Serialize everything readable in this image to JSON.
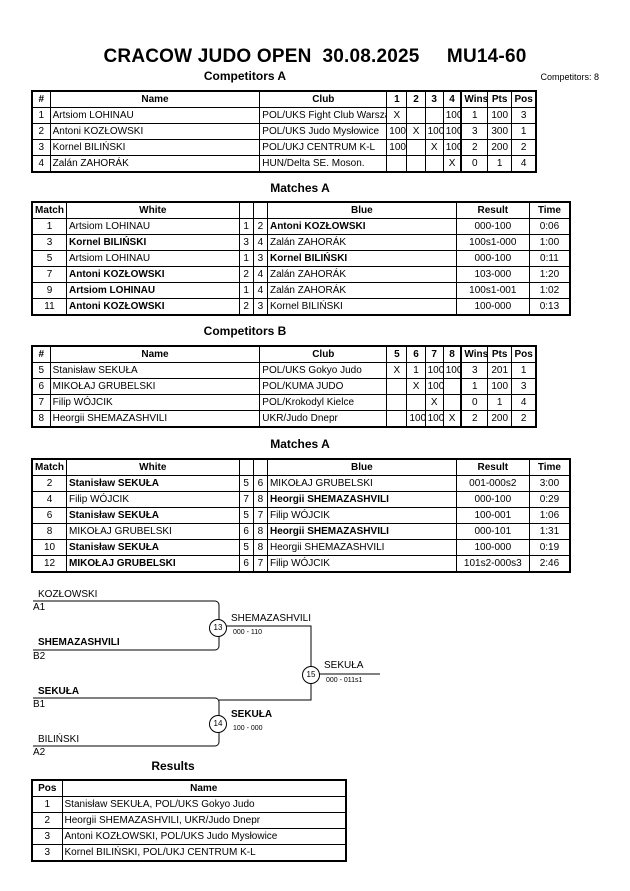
{
  "header": {
    "title": "CRACOW JUDO OPEN  30.08.2025     MU14-60",
    "competitors_count": "Competitors: 8"
  },
  "competitors_a": {
    "title": "Competitors A",
    "headers": [
      "#",
      "Name",
      "Club",
      "1",
      "2",
      "3",
      "4",
      "Wins",
      "Pts",
      "Pos"
    ],
    "rows": [
      [
        "1",
        "Artsiom LOHINAU",
        "POL/UKS Fight Club Warszawa",
        "X",
        "",
        "",
        "100",
        "1",
        "100",
        "3"
      ],
      [
        "2",
        "Antoni KOZŁOWSKI",
        "POL/UKS Judo Mysłowice",
        "100",
        "X",
        "100",
        "100",
        "3",
        "300",
        "1"
      ],
      [
        "3",
        "Kornel BILIŃSKI",
        "POL/UKJ CENTRUM K-L",
        "100",
        "",
        "X",
        "100",
        "2",
        "200",
        "2"
      ],
      [
        "4",
        "Zalán ZAHORÁK",
        "HUN/Delta SE. Moson.",
        "",
        "",
        "",
        "X",
        "0",
        "1",
        "4"
      ]
    ]
  },
  "matches_a": {
    "title": "Matches A",
    "headers": [
      "Match",
      "White",
      "Blue",
      "Result",
      "Time"
    ],
    "rows": [
      {
        "match": "1",
        "white": "Artsiom LOHINAU",
        "w": "1",
        "b": "2",
        "blue": "Antoni KOZŁOWSKI",
        "result": "000-100",
        "time": "0:06",
        "win": "blue"
      },
      {
        "match": "3",
        "white": "Kornel BILIŃSKI",
        "w": "3",
        "b": "4",
        "blue": "Zalán ZAHORÁK",
        "result": "100s1-000",
        "time": "1:00",
        "win": "white"
      },
      {
        "match": "5",
        "white": "Artsiom LOHINAU",
        "w": "1",
        "b": "3",
        "blue": "Kornel BILIŃSKI",
        "result": "000-100",
        "time": "0:11",
        "win": "blue"
      },
      {
        "match": "7",
        "white": "Antoni KOZŁOWSKI",
        "w": "2",
        "b": "4",
        "blue": "Zalán ZAHORÁK",
        "result": "103-000",
        "time": "1:20",
        "win": "white"
      },
      {
        "match": "9",
        "white": "Artsiom LOHINAU",
        "w": "1",
        "b": "4",
        "blue": "Zalán ZAHORÁK",
        "result": "100s1-001",
        "time": "1:02",
        "win": "white"
      },
      {
        "match": "11",
        "white": "Antoni KOZŁOWSKI",
        "w": "2",
        "b": "3",
        "blue": "Kornel BILIŃSKI",
        "result": "100-000",
        "time": "0:13",
        "win": "white"
      }
    ]
  },
  "competitors_b": {
    "title": "Competitors B",
    "headers": [
      "#",
      "Name",
      "Club",
      "5",
      "6",
      "7",
      "8",
      "Wins",
      "Pts",
      "Pos"
    ],
    "rows": [
      [
        "5",
        "Stanisław SEKUŁA",
        "POL/UKS Gokyo Judo",
        "X",
        "1",
        "100",
        "100",
        "3",
        "201",
        "1"
      ],
      [
        "6",
        "MIKOŁAJ GRUBELSKI",
        "POL/KUMA JUDO",
        "",
        "X",
        "100",
        "",
        "1",
        "100",
        "3"
      ],
      [
        "7",
        "Filip WÓJCIK",
        "POL/Krokodyl Kielce",
        "",
        "",
        "X",
        "",
        "0",
        "1",
        "4"
      ],
      [
        "8",
        "Heorgii SHEMAZASHVILI",
        "UKR/Judo Dnepr",
        "",
        "100",
        "100",
        "X",
        "2",
        "200",
        "2"
      ]
    ]
  },
  "matches_b": {
    "title": "Matches A",
    "headers": [
      "Match",
      "White",
      "Blue",
      "Result",
      "Time"
    ],
    "rows": [
      {
        "match": "2",
        "white": "Stanisław SEKUŁA",
        "w": "5",
        "b": "6",
        "blue": "MIKOŁAJ GRUBELSKI",
        "result": "001-000s2",
        "time": "3:00",
        "win": "white"
      },
      {
        "match": "4",
        "white": "Filip WÓJCIK",
        "w": "7",
        "b": "8",
        "blue": "Heorgii SHEMAZASHVILI",
        "result": "000-100",
        "time": "0:29",
        "win": "blue"
      },
      {
        "match": "6",
        "white": "Stanisław SEKUŁA",
        "w": "5",
        "b": "7",
        "blue": "Filip WÓJCIK",
        "result": "100-001",
        "time": "1:06",
        "win": "white"
      },
      {
        "match": "8",
        "white": "MIKOŁAJ GRUBELSKI",
        "w": "6",
        "b": "8",
        "blue": "Heorgii SHEMAZASHVILI",
        "result": "000-101",
        "time": "1:31",
        "win": "blue"
      },
      {
        "match": "10",
        "white": "Stanisław SEKUŁA",
        "w": "5",
        "b": "8",
        "blue": "Heorgii SHEMAZASHVILI",
        "result": "100-000",
        "time": "0:19",
        "win": "white"
      },
      {
        "match": "12",
        "white": "MIKOŁAJ GRUBELSKI",
        "w": "6",
        "b": "7",
        "blue": "Filip WÓJCIK",
        "result": "101s2-000s3",
        "time": "2:46",
        "win": "white"
      }
    ]
  },
  "bracket": {
    "s1_top_name": "KOZŁOWSKI",
    "s1_top_seed": "A1",
    "s1_bot_name": "SHEMAZASHVILI",
    "s1_bot_seed": "B2",
    "s1_match": "13",
    "s1_winner": "SHEMAZASHVILI",
    "s1_score": "000 - 110",
    "s2_top_name": "SEKUŁA",
    "s2_top_seed": "B1",
    "s2_bot_name": "BILIŃSKI",
    "s2_bot_seed": "A2",
    "s2_match": "14",
    "s2_winner": "SEKUŁA",
    "s2_score": "100 - 000",
    "f_match": "15",
    "f_winner": "SEKUŁA",
    "f_score": "000 - 011s1"
  },
  "results": {
    "title": "Results",
    "headers": [
      "Pos",
      "Name"
    ],
    "rows": [
      [
        "1",
        "Stanisław SEKUŁA, POL/UKS Gokyo Judo"
      ],
      [
        "2",
        "Heorgii SHEMAZASHVILI, UKR/Judo Dnepr"
      ],
      [
        "3",
        "Antoni KOZŁOWSKI, POL/UKS Judo Mysłowice"
      ],
      [
        "3",
        "Kornel BILIŃSKI, POL/UKJ CENTRUM K-L"
      ]
    ]
  }
}
